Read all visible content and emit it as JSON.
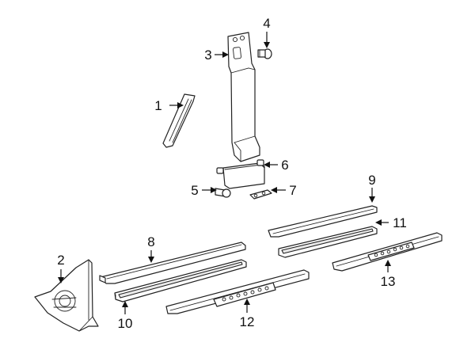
{
  "callouts": [
    {
      "id": "c1",
      "label": "1"
    },
    {
      "id": "c2",
      "label": "2"
    },
    {
      "id": "c3",
      "label": "3"
    },
    {
      "id": "c4",
      "label": "4"
    },
    {
      "id": "c5",
      "label": "5"
    },
    {
      "id": "c6",
      "label": "6"
    },
    {
      "id": "c7",
      "label": "7"
    },
    {
      "id": "c8",
      "label": "8"
    },
    {
      "id": "c9",
      "label": "9"
    },
    {
      "id": "c10",
      "label": "10"
    },
    {
      "id": "c11",
      "label": "11"
    },
    {
      "id": "c12",
      "label": "12"
    },
    {
      "id": "c13",
      "label": "13"
    }
  ],
  "colors": {
    "line": "#222222",
    "background": "#ffffff",
    "shade": "#e9e9e9"
  }
}
